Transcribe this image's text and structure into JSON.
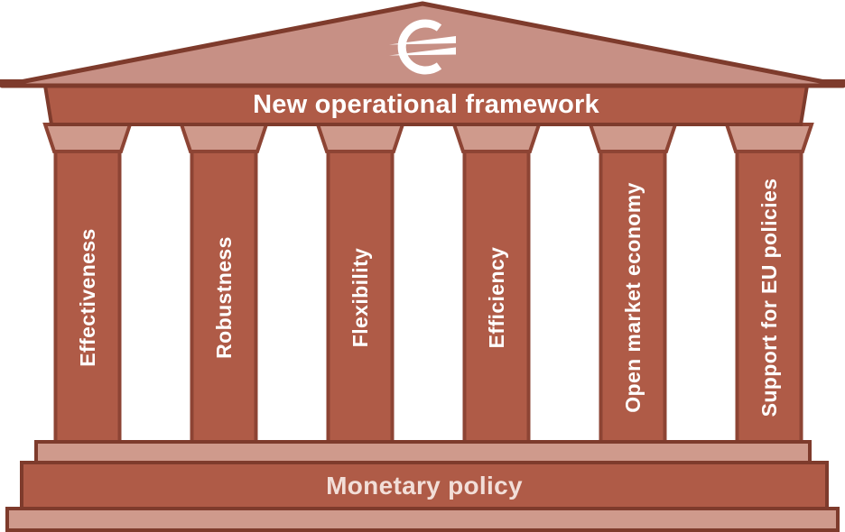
{
  "diagram": {
    "kind": "temple-diagram",
    "pediment_icon": "euro-sign",
    "title": "New operational framework",
    "pillars": [
      {
        "label": "Effectiveness"
      },
      {
        "label": "Robustness"
      },
      {
        "label": "Flexibility"
      },
      {
        "label": "Efficiency"
      },
      {
        "label": "Open market economy"
      },
      {
        "label": "Support for EU policies"
      }
    ],
    "base": {
      "label": "Monetary policy"
    },
    "colors": {
      "structure_dark": "#af5b47",
      "structure_light": "#cf9a8c",
      "pediment": "#c79085",
      "outline": "#7e3b2c",
      "outline_soft": "#8d4434",
      "title_text": "#ffffff",
      "pillar_text": "#ffffff",
      "base_text": "#f2ded8"
    }
  }
}
